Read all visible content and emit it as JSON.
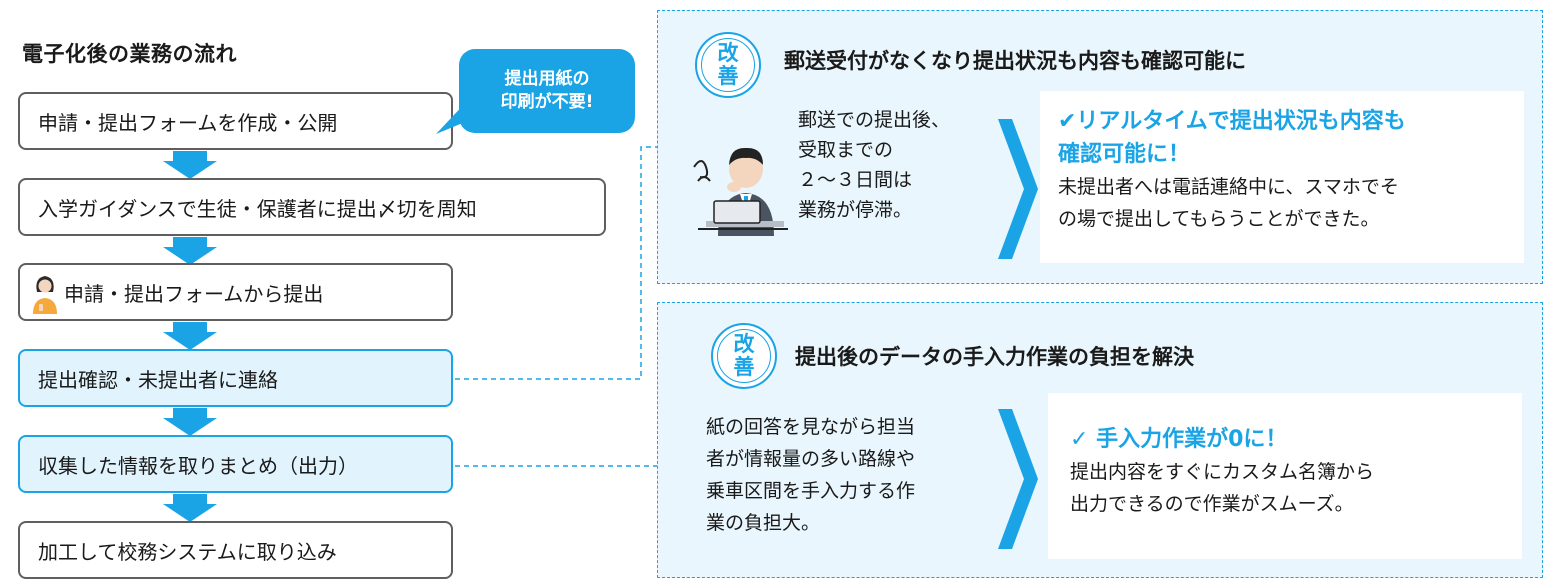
{
  "flow": {
    "title": "電子化後の業務の流れ",
    "steps": [
      "申請・提出フォームを作成・公開",
      "入学ガイダンスで生徒・保護者に提出〆切を周知",
      "申請・提出フォームから提出",
      "提出確認・未提出者に連絡",
      "収集した情報を取りまとめ（出力）",
      "加工して校務システムに取り込み"
    ]
  },
  "bubble": {
    "line1": "提出用紙の",
    "line2": "印刷が不要!"
  },
  "improvements": [
    {
      "badge_top": "改",
      "badge_bottom": "善",
      "title": "郵送受付がなくなり提出状況も内容も確認可能に",
      "problem_lines": [
        "郵送での提出後、",
        "受取までの",
        "２～３日間は",
        "業務が停滞。"
      ],
      "result_head_lines": [
        "✔リアルタイムで提出状況も内容も",
        "確認可能に！"
      ],
      "result_body_lines": [
        "未提出者へは電話連絡中に、スマホでそ",
        "の場で提出してもらうことができた。"
      ]
    },
    {
      "badge_top": "改",
      "badge_bottom": "善",
      "title": "提出後のデータの手入力作業の負担を解決",
      "problem_lines": [
        "紙の回答を見ながら担当",
        "者が情報量の多い路線や",
        "乗車区間を手入力する作",
        "業の負担大。"
      ],
      "result_head_lines": [
        "✓ 手入力作業が0に！"
      ],
      "result_body_lines": [
        "提出内容をすぐにカスタム名簿から",
        "出力できるので作業がスムーズ。"
      ]
    }
  ],
  "colors": {
    "accent": "#1aa4e6",
    "accent_light": "#e9f6fd",
    "step_border": "#5f5f5f"
  }
}
